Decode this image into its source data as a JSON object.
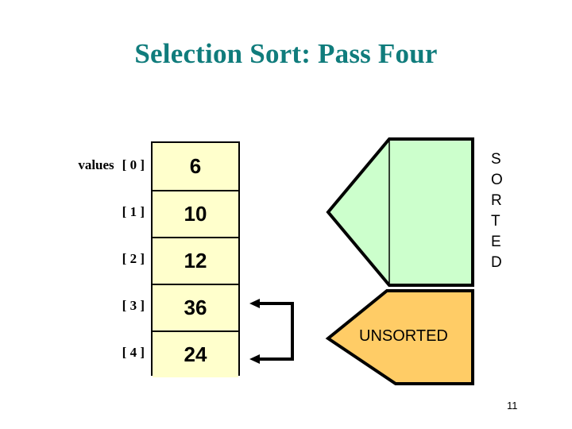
{
  "slide": {
    "title": "Selection Sort: Pass Four",
    "page_number": "11",
    "title_color": "#107C7C",
    "background_color": "#FFFFFF"
  },
  "array": {
    "variable_name": "values",
    "cell_fill_color": "#FFFFCC",
    "border_color": "#000000",
    "rows": [
      {
        "index_label": "[ 0 ]",
        "value": "6"
      },
      {
        "index_label": "[ 1 ]",
        "value": "10"
      },
      {
        "index_label": "[ 2 ]",
        "value": "12"
      },
      {
        "index_label": "[ 3 ]",
        "value": "36"
      },
      {
        "index_label": "[ 4 ]",
        "value": "24"
      }
    ]
  },
  "regions": {
    "sorted": {
      "letters": [
        "S",
        "O",
        "R",
        "T",
        "E",
        "D"
      ],
      "text": "SORTED",
      "fill_color": "#CCFFCC"
    },
    "unsorted": {
      "text": "UNSORTED",
      "fill_color": "#FFCC66"
    }
  },
  "swap_indicator": {
    "description": "double-headed bracket linking [ 3 ] and [ 4 ]"
  }
}
